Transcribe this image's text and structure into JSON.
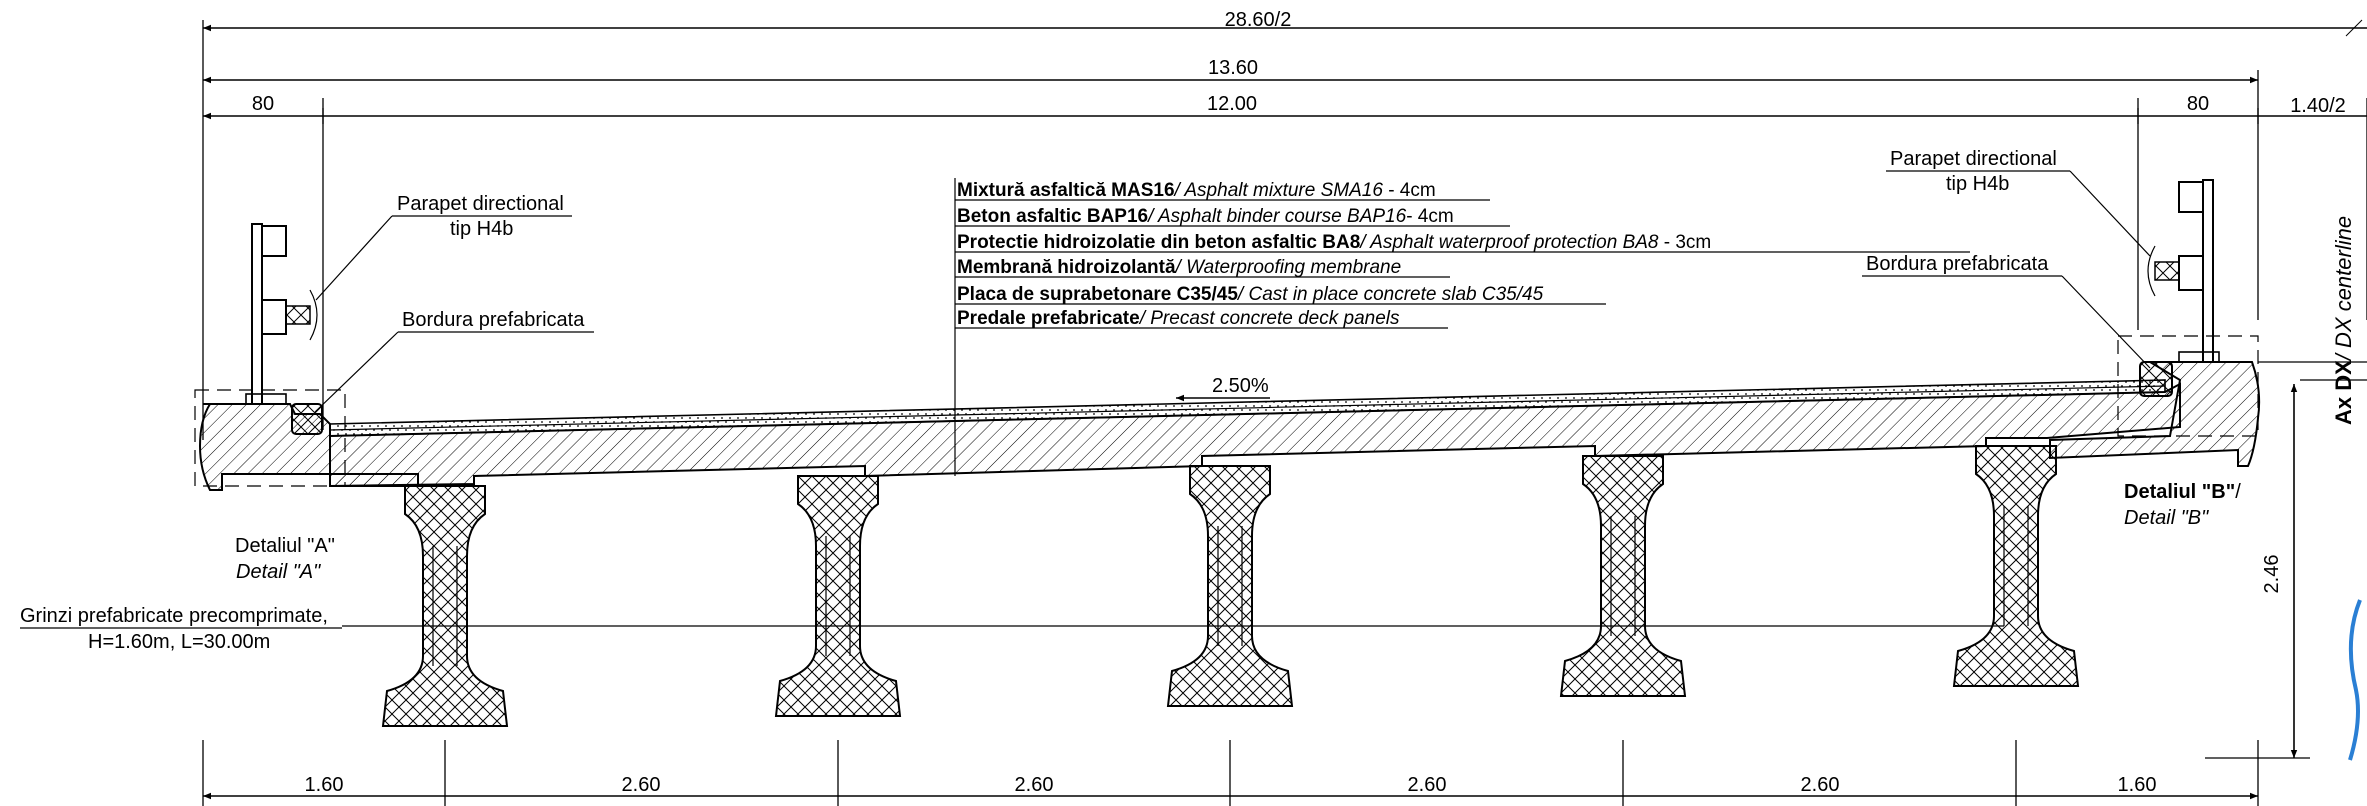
{
  "dimensions": {
    "total": "28.60/2",
    "deck": "13.60",
    "roadway": "12.00",
    "curb_left": "80",
    "curb_right": "80",
    "half_median": "1.40/2",
    "height": "2.46",
    "spacing": [
      "1.60",
      "2.60",
      "2.60",
      "2.60",
      "2.60",
      "1.60"
    ]
  },
  "slope": "2.50%",
  "layers": [
    {
      "ro": "Mixtură asfaltică MAS16",
      "en": "/ Asphalt mixture SMA16",
      "suffix": " - 4cm"
    },
    {
      "ro": "Beton asfaltic BAP16",
      "en": "/ Asphalt binder course BAP16",
      "suffix": "- 4cm"
    },
    {
      "ro": "Protectie hidroizolatie din beton asfaltic BA8",
      "en": "/ Asphalt waterproof protection BA8",
      "suffix": "  - 3cm"
    },
    {
      "ro": "Membrană hidroizolantă",
      "en": "/ Waterproofing membrane",
      "suffix": ""
    },
    {
      "ro": "Placa de suprabetonare C35/45",
      "en": "/ Cast in place concrete slab C35/45",
      "suffix": ""
    },
    {
      "ro": "Predale prefabricate",
      "en": "/ Precast concrete deck panels",
      "suffix": ""
    }
  ],
  "labels": {
    "parapet_left_1": "Parapet directional",
    "parapet_left_2": "tip H4b",
    "parapet_right_1": "Parapet directional",
    "parapet_right_2": "tip H4b",
    "curb_left": "Bordura prefabricata",
    "curb_right": "Bordura prefabricata",
    "detail_a_ro": "Detaliul \"A\"",
    "detail_a_en": "Detail \"A\"",
    "detail_b_ro": "Detaliul \"B\"",
    "detail_b_sep": "/",
    "detail_b_en": "Detail \"B\"",
    "girders_1": "Grinzi prefabricate precomprimate,",
    "girders_2": "H=1.60m, L=30.00m",
    "axis_ro": "Ax DX",
    "axis_en": "/ DX centerline"
  }
}
